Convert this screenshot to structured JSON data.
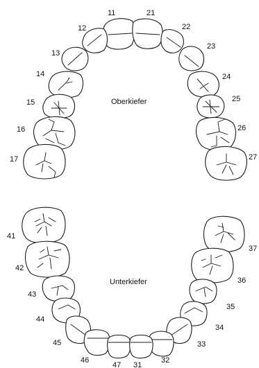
{
  "labels": {
    "upper_jaw": "Oberkiefer",
    "lower_jaw": "Unterkiefer"
  },
  "upper_teeth": [
    "11",
    "12",
    "13",
    "14",
    "15",
    "16",
    "17",
    "21",
    "22",
    "23",
    "24",
    "25",
    "26",
    "27"
  ],
  "lower_teeth": [
    "31",
    "32",
    "33",
    "34",
    "35",
    "36",
    "37",
    "41",
    "42",
    "43",
    "44",
    "45",
    "46",
    "47"
  ]
}
